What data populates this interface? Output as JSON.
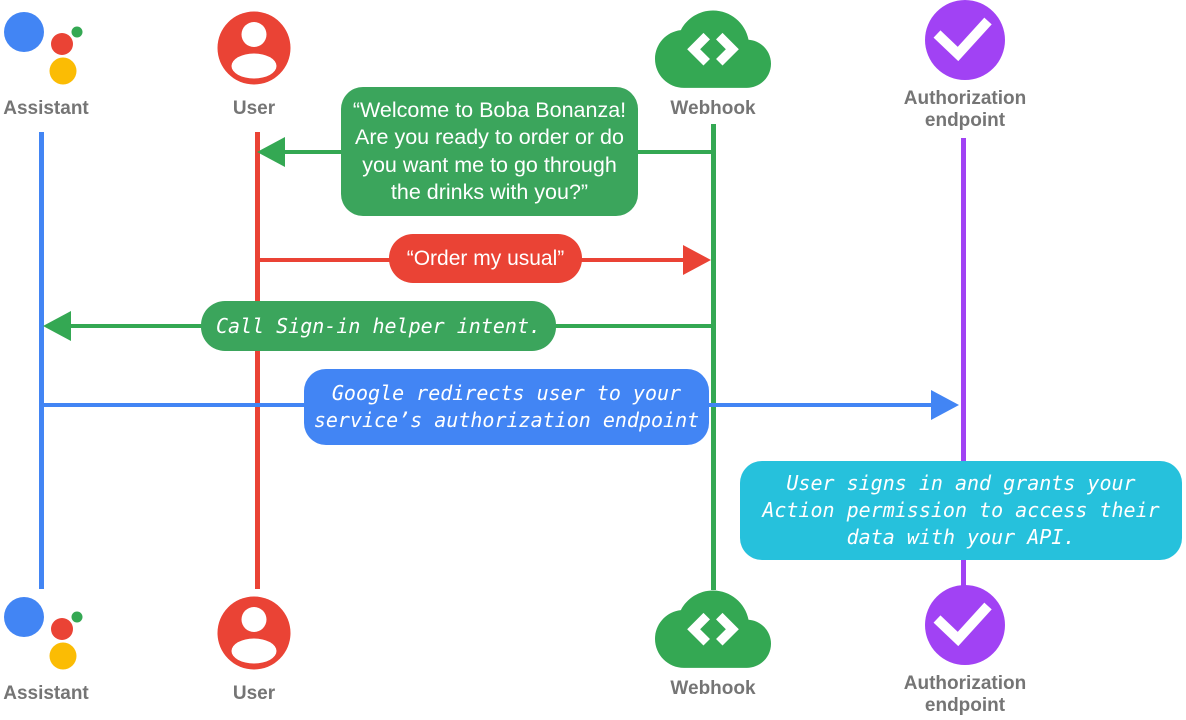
{
  "diagram_type": "sequence-diagram",
  "colors": {
    "assistant_blue": "#4285F4",
    "user_red": "#EA4335",
    "webhook_green": "#34A853",
    "box_green": "#3BA55C",
    "auth_purple": "#A142F4",
    "note_cyan": "#26C1DC",
    "assistant_yellow": "#FBBC04",
    "label_gray": "#757575"
  },
  "actors": [
    {
      "id": "assistant",
      "label": "Assistant",
      "icon": "google-assistant-icon",
      "color": "#4285F4"
    },
    {
      "id": "user",
      "label": "User",
      "icon": "user-icon",
      "color": "#EA4335"
    },
    {
      "id": "webhook",
      "label": "Webhook",
      "icon": "cloud-code-icon",
      "color": "#34A853"
    },
    {
      "id": "authorization-endpoint",
      "label": "Authorization endpoint",
      "icon": "check-circle-icon",
      "color": "#A142F4"
    }
  ],
  "messages": [
    {
      "from": "Webhook",
      "to": "User",
      "style": "speech",
      "color": "#3BA55C",
      "lines": [
        "“Welcome to Boba Bonanza!",
        "Are you ready to order or do",
        "you want me to go through",
        "the drinks with you?”"
      ]
    },
    {
      "from": "User",
      "to": "Webhook",
      "style": "speech",
      "color": "#EA4335",
      "lines": [
        "“Order my usual”"
      ]
    },
    {
      "from": "Webhook",
      "to": "Assistant",
      "style": "code",
      "color": "#3BA55C",
      "lines": [
        "Call Sign-in helper intent."
      ]
    },
    {
      "from": "Assistant",
      "to": "Authorization endpoint",
      "style": "code",
      "color": "#4285F4",
      "lines": [
        "Google redirects user to your",
        "service’s authorization endpoint"
      ]
    }
  ],
  "note": {
    "at": "Authorization endpoint",
    "style": "code",
    "color": "#26C1DC",
    "lines": [
      "User signs in and grants your",
      "Action permission to access their",
      "data with your API."
    ]
  }
}
